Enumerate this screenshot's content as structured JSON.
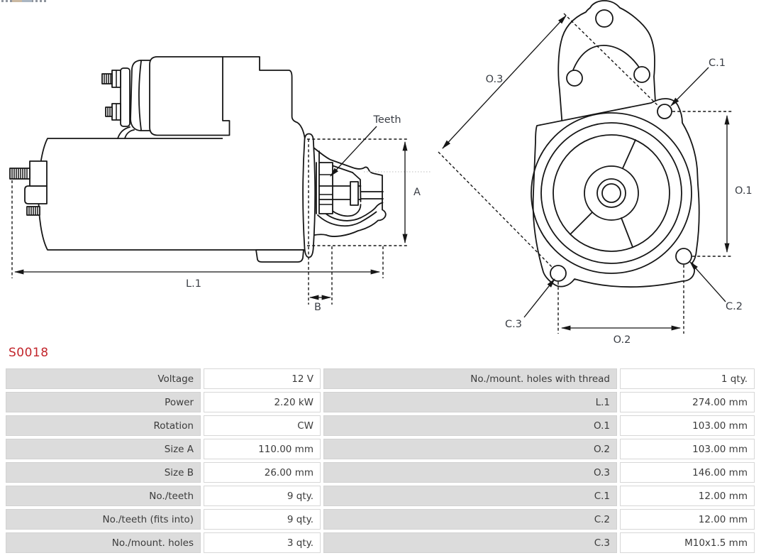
{
  "part_number": "S0018",
  "drawing": {
    "labels": {
      "teeth": "Teeth",
      "a": "A",
      "b": "B",
      "l1": "L.1",
      "o1": "O.1",
      "o2": "O.2",
      "o3": "O.3",
      "c1": "C.1",
      "c2": "C.2",
      "c3": "C.3"
    },
    "line_color": "#161616",
    "label_color": "#3a3e45"
  },
  "accent_color": "#c2252b",
  "table": {
    "left": [
      {
        "label": "Voltage",
        "value": "12 V"
      },
      {
        "label": "Power",
        "value": "2.20 kW"
      },
      {
        "label": "Rotation",
        "value": "CW"
      },
      {
        "label": "Size A",
        "value": "110.00 mm"
      },
      {
        "label": "Size B",
        "value": "26.00 mm"
      },
      {
        "label": "No./teeth",
        "value": "9 qty."
      },
      {
        "label": "No./teeth (fits into)",
        "value": "9 qty."
      },
      {
        "label": "No./mount. holes",
        "value": "3 qty."
      }
    ],
    "right": [
      {
        "label": "No./mount. holes with thread",
        "value": "1 qty."
      },
      {
        "label": "L.1",
        "value": "274.00 mm"
      },
      {
        "label": "O.1",
        "value": "103.00 mm"
      },
      {
        "label": "O.2",
        "value": "103.00 mm"
      },
      {
        "label": "O.3",
        "value": "146.00 mm"
      },
      {
        "label": "C.1",
        "value": "12.00 mm"
      },
      {
        "label": "C.2",
        "value": "12.00 mm"
      },
      {
        "label": "C.3",
        "value": "M10x1.5 mm"
      }
    ]
  }
}
